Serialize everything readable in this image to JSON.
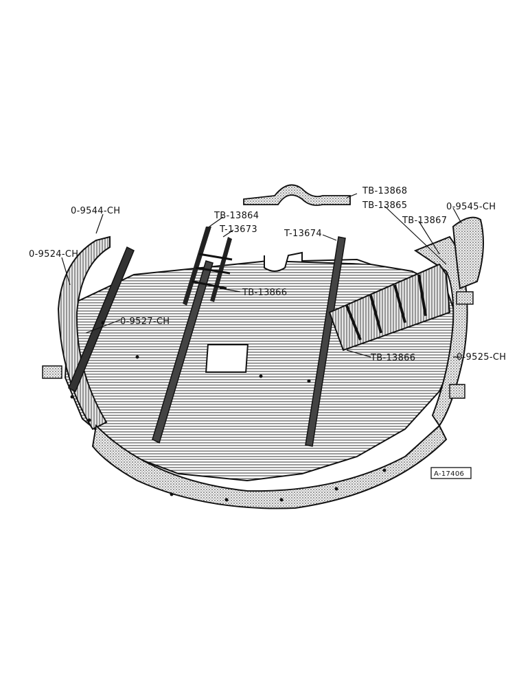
{
  "diagram": {
    "figure_ref": "A-17406",
    "parts": {
      "p_9544": "0-9544-CH",
      "p_9524": "0-9524-CH",
      "p_9527": "0-9527-CH",
      "p_13864": "TB-13864",
      "p_13673": "T-13673",
      "p_13674": "T-13674",
      "p_13866a": "TB-13866",
      "p_13868": "TB-13868",
      "p_13865": "TB-13865",
      "p_13867": "TB-13867",
      "p_9545": "0-9545-CH",
      "p_13866b": "TB-13866",
      "p_9525": "0-9525-CH"
    }
  }
}
